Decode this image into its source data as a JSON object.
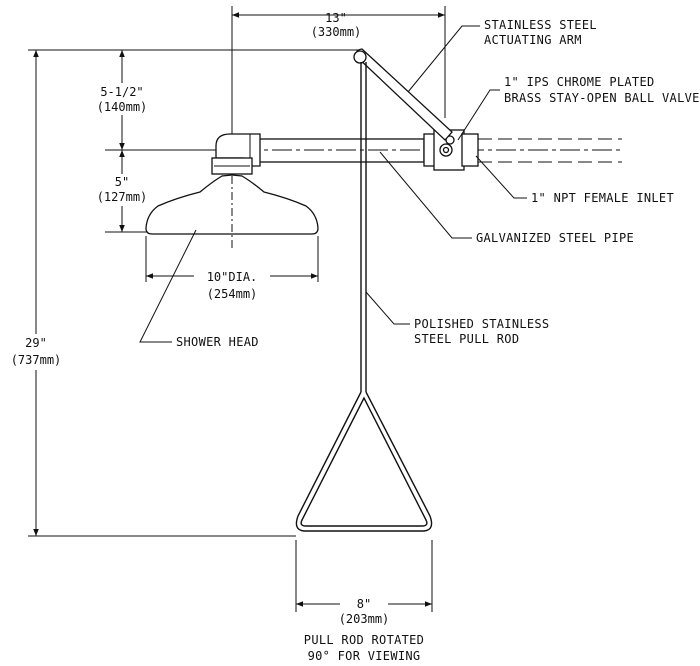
{
  "dimensions": {
    "width_in": "13\"",
    "width_mm": "(330mm)",
    "drop_in": "5-1/2\"",
    "drop_mm": "(140mm)",
    "head_in": "5\"",
    "head_mm": "(127mm)",
    "height_in": "29\"",
    "height_mm": "(737mm)",
    "dia_in": "10\"DIA.",
    "dia_mm": "(254mm)",
    "handle_in": "8\"",
    "handle_mm": "(203mm)"
  },
  "callouts": {
    "arm_line1": "STAINLESS STEEL",
    "arm_line2": "ACTUATING ARM",
    "valve_line1": "1\" IPS CHROME PLATED",
    "valve_line2": "BRASS STAY-OPEN BALL VALVE",
    "inlet": "1\" NPT FEMALE INLET",
    "pipe": "GALVANIZED STEEL PIPE",
    "rod_line1": "POLISHED STAINLESS",
    "rod_line2": "STEEL PULL ROD",
    "head": "SHOWER HEAD"
  },
  "note": {
    "line1": "PULL ROD ROTATED",
    "line2": "90° FOR VIEWING"
  }
}
